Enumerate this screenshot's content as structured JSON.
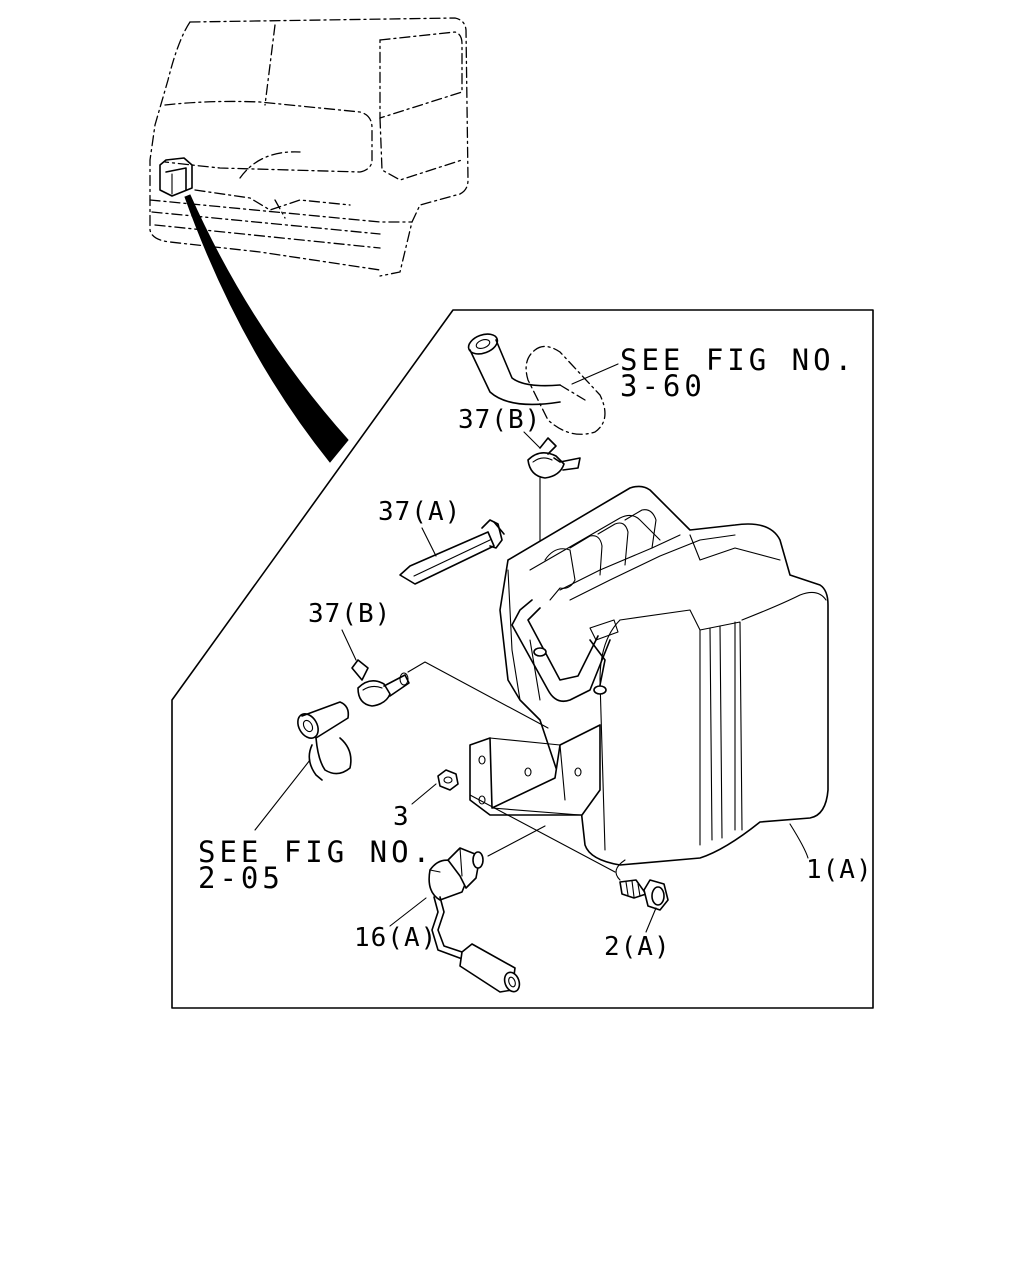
{
  "callouts": {
    "part_1a": "1(A)",
    "part_2a": "2(A)",
    "part_3": "3",
    "part_16a": "16(A)",
    "part_37a": "37(A)",
    "part_37b_top": "37(B)",
    "part_37b_left": "37(B)"
  },
  "references": {
    "fig_360_line1": "SEE FIG NO.",
    "fig_360_line2": "3-60",
    "fig_205_line1": "SEE FIG NO.",
    "fig_205_line2": "2-05"
  },
  "colors": {
    "ink": "#000000",
    "paper": "#ffffff"
  }
}
